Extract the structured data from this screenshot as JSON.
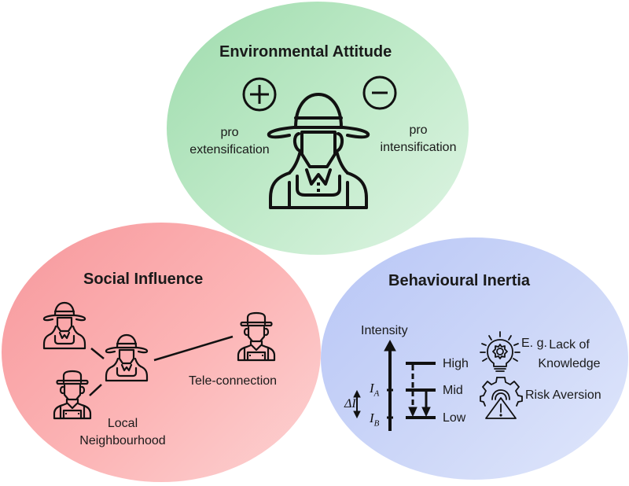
{
  "environmental_attitude": {
    "title": "Environmental Attitude",
    "plus_icon": "plus-circle-icon",
    "minus_icon": "minus-circle-icon",
    "left_label_line1": "pro",
    "left_label_line2": "extensification",
    "right_label_line1": "pro",
    "right_label_line2": "intensification",
    "color": "#b8e6c2"
  },
  "social_influence": {
    "title": "Social Influence",
    "local_line1": "Local",
    "local_line2": "Neighbourhood",
    "tele": "Tele-connection",
    "color": "#fbabac"
  },
  "behavioural_inertia": {
    "title": "Behavioural Inertia",
    "axis_label": "Intensity",
    "levels": [
      "High",
      "Mid",
      "Low"
    ],
    "ia": "I",
    "ia_sub": "A",
    "ib": "I",
    "ib_sub": "B",
    "delta": "ΔI",
    "eg": "E. g.",
    "factor1_line1": "Lack of",
    "factor1_line2": "Knowledge",
    "factor2": "Risk Aversion",
    "color": "#c9d4f8"
  }
}
